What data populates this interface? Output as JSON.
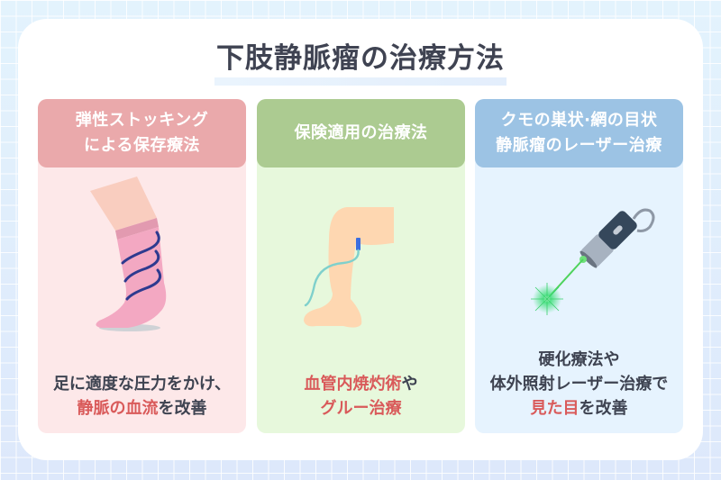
{
  "title": "下肢静脈瘤の治療方法",
  "colors": {
    "title_text": "#3f4352",
    "highlight_red": "#d95a5a",
    "body_text": "#3e4351"
  },
  "columns": [
    {
      "id": "compression",
      "header_lines": [
        "弾性ストッキング",
        "による保存療法"
      ],
      "header_color": "#eaa9ab",
      "panel_color": "#fde8e9",
      "illustration": "compression-stocking-illustration",
      "description": [
        [
          {
            "text": "足に適度な圧力をかけ、",
            "emphasis": false
          }
        ],
        [
          {
            "text": "静脈の血流",
            "emphasis": true
          },
          {
            "text": "を改善",
            "emphasis": false
          }
        ]
      ]
    },
    {
      "id": "insurance",
      "header_lines": [
        "保険適用の治療法"
      ],
      "header_color": "#accb91",
      "panel_color": "#e7f8dc",
      "illustration": "leg-catheter-illustration",
      "description": [
        [
          {
            "text": "血管内焼灼術",
            "emphasis": true
          },
          {
            "text": "や",
            "emphasis": false
          }
        ],
        [
          {
            "text": "グルー治療",
            "emphasis": true
          }
        ]
      ]
    },
    {
      "id": "laser",
      "header_lines": [
        "クモの巣状·網の目状",
        "静脈瘤のレーザー治療"
      ],
      "header_color": "#9cc3e4",
      "panel_color": "#e6f3fe",
      "illustration": "laser-pointer-illustration",
      "description": [
        [
          {
            "text": "硬化療法や",
            "emphasis": false
          }
        ],
        [
          {
            "text": "体外照射レーザー治療で",
            "emphasis": false
          }
        ],
        [
          {
            "text": "見た目",
            "emphasis": true
          },
          {
            "text": "を改善",
            "emphasis": false
          }
        ]
      ]
    }
  ]
}
